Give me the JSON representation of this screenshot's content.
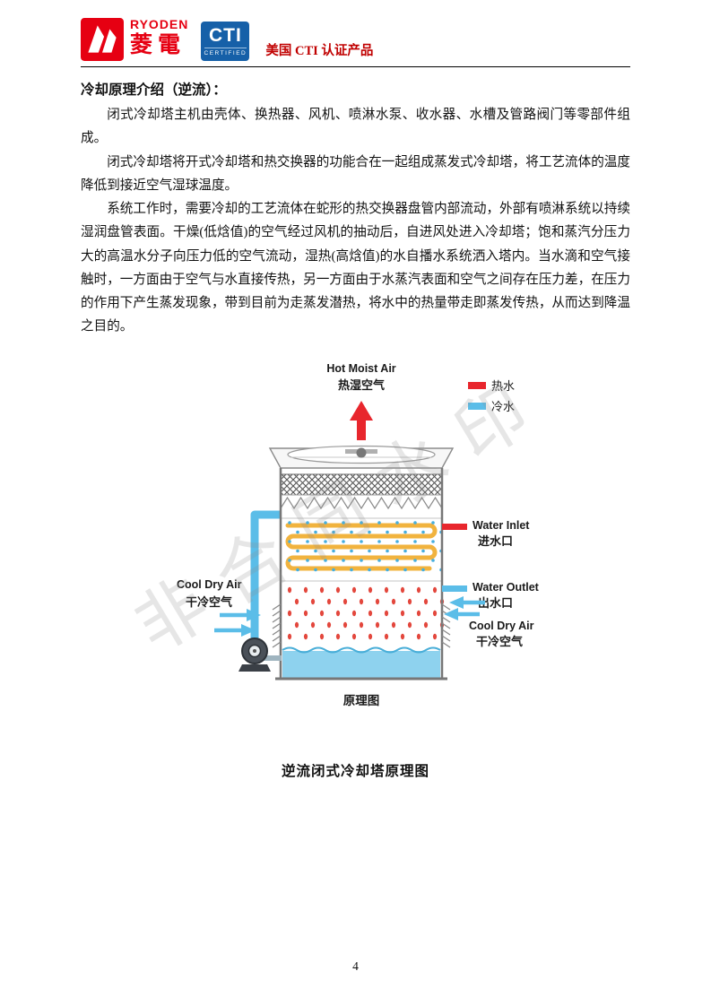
{
  "header": {
    "brand": "RYODEN",
    "brand_cjk": "菱電",
    "cti_label": "CTI",
    "cti_sub": "CERTIFIED",
    "tagline": "美国 CTI 认证产品"
  },
  "document": {
    "title": "冷却原理介绍（逆流）：",
    "paragraphs": [
      "闭式冷却塔主机由壳体、换热器、风机、喷淋水泵、收水器、水槽及管路阀门等零部件组成。",
      "闭式冷却塔将开式冷却塔和热交换器的功能合在一起组成蒸发式冷却塔，将工艺流体的温度降低到接近空气湿球温度。",
      "系统工作时，需要冷却的工艺流体在蛇形的热交换器盘管内部流动，外部有喷淋系统以持续湿润盘管表面。干燥(低焓值)的空气经过风机的抽动后，自进风处进入冷却塔；饱和蒸汽分压力大的高温水分子向压力低的空气流动，湿热(高焓值)的水自播水系统洒入塔内。当水滴和空气接触时，一方面由于空气与水直接传热，另一方面由于水蒸汽表面和空气之间存在压力差，在压力的作用下产生蒸发现象，带到目前为走蒸发潜热，将水中的热量带走即蒸发传热，从而达到降温之目的。"
    ],
    "figure_caption": "逆流闭式冷却塔原理图",
    "page_number": "4"
  },
  "diagram": {
    "hot_moist_air_en": "Hot Moist Air",
    "hot_moist_air_cn": "热湿空气",
    "legend_hot": "热水",
    "legend_cold": "冷水",
    "water_inlet_en": "Water Inlet",
    "water_inlet_cn": "进水口",
    "water_outlet_en": "Water Outlet",
    "water_outlet_cn": "出水口",
    "cool_dry_air_en": "Cool Dry Air",
    "cool_dry_air_cn": "干冷空气",
    "caption": "原理图",
    "colors": {
      "hot_water": "#e8262d",
      "cold_water": "#5bbde8"
    }
  },
  "watermark": "非合同水印"
}
